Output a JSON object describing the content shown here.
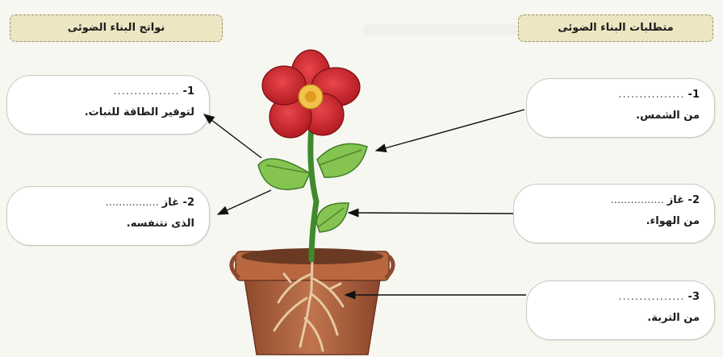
{
  "headers": {
    "products": "نواتج البناء الضوئى",
    "requirements": "متطلبات البناء الضوئى"
  },
  "products": [
    {
      "number": "1-",
      "line1": "",
      "line2": "لتوفير الطاقة للنبات."
    },
    {
      "number": "2- غاز",
      "line1": "",
      "line2": "الذى نتنفسه."
    }
  ],
  "requirements": [
    {
      "number": "1-",
      "line1": "",
      "line2": "من الشمس."
    },
    {
      "number": "2- غاز",
      "line1": "",
      "line2": "من الهواء."
    },
    {
      "number": "3-",
      "line1": "",
      "line2": "من التربة."
    }
  ],
  "dots": "................",
  "colors": {
    "petal": "#c62027",
    "leaf": "#7fc04a",
    "pot": "#a45a3a",
    "header_bg": "#ece6c3"
  }
}
